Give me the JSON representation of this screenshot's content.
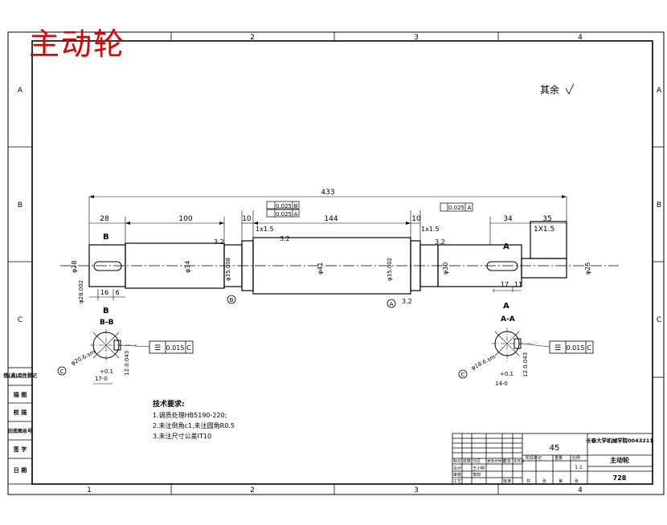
{
  "drawing_title": "主动轮",
  "zone_columns": [
    "1",
    "2",
    "3",
    "4"
  ],
  "zone_rows": [
    "A",
    "B",
    "C"
  ],
  "roughness_note": "其余",
  "dimensions": {
    "overall": "433",
    "d28": "28",
    "d100": "100",
    "d10a": "10",
    "d144": "144",
    "d10b": "10",
    "d34": "34",
    "d35": "35",
    "chamfer_1x1_5_a": "1x1.5",
    "chamfer_1x1_5_b": "1x1.5",
    "chamfer_1x1_5_c": "1X1.5",
    "key_16": "16",
    "key_6": "6",
    "key_17": "17",
    "key_11": "11",
    "dia_34": "φ34",
    "dia_41": "φ41",
    "dia_30": "φ30",
    "dia_28": "φ28",
    "dia_35_left": "φ35.008",
    "dia_35_right": "φ35.002",
    "dia_25": "φ25",
    "dia_28_left": "φ28.002",
    "rough_32_a": "3.2",
    "rough_32_b": "3.2",
    "rough_32_c": "3.2",
    "rough_32_d": "3.2"
  },
  "tolerance_frames": {
    "upper_1": [
      "0.025",
      "B"
    ],
    "upper_2": [
      "0.025",
      "A"
    ],
    "right": [
      "0.025",
      "A"
    ]
  },
  "datums": {
    "left": "B",
    "right": "A"
  },
  "sections": {
    "bb": {
      "label": "B-B",
      "tolerance": [
        "0.015",
        "C"
      ],
      "datum": "C",
      "dims": [
        "+0.1",
        "17-0",
        "φ20.6.sm",
        "12.0.043"
      ]
    },
    "aa": {
      "label": "A-A",
      "tolerance": [
        "0.015",
        "C"
      ],
      "datum": "C",
      "dims": [
        "+0.1",
        "14-0",
        "φ18.6.sm",
        "12.0.043"
      ]
    },
    "b_marks": [
      "B",
      "B"
    ],
    "a_marks": [
      "A",
      "A"
    ]
  },
  "technical_requirements": {
    "heading": "技术要求:",
    "items": [
      "1.调质处理HB5190-220;",
      "2.未注倒角c1,未注圆角R0.5",
      "3.未注尺寸公差IT10"
    ]
  },
  "left_stamps": [
    "借(通)用件登记",
    "描 图",
    "校 描",
    "旧底图总号",
    "签 字",
    "日 期"
  ],
  "title_block": {
    "material": "45",
    "school": "长春大学机械学院0043211",
    "part_name": "主动轮",
    "drawing_no": "728",
    "scale": "1:1",
    "rows": [
      "标记",
      "处数",
      "分区",
      "更改文件号",
      "签名",
      "年月日"
    ],
    "roles": [
      "设计",
      "审核",
      "工艺"
    ],
    "names": [
      "王小明",
      "李四",
      "批准"
    ],
    "stage": [
      "阶段标记",
      "重量",
      "比例"
    ],
    "sheet": [
      "共",
      "张",
      "第",
      "张"
    ]
  }
}
